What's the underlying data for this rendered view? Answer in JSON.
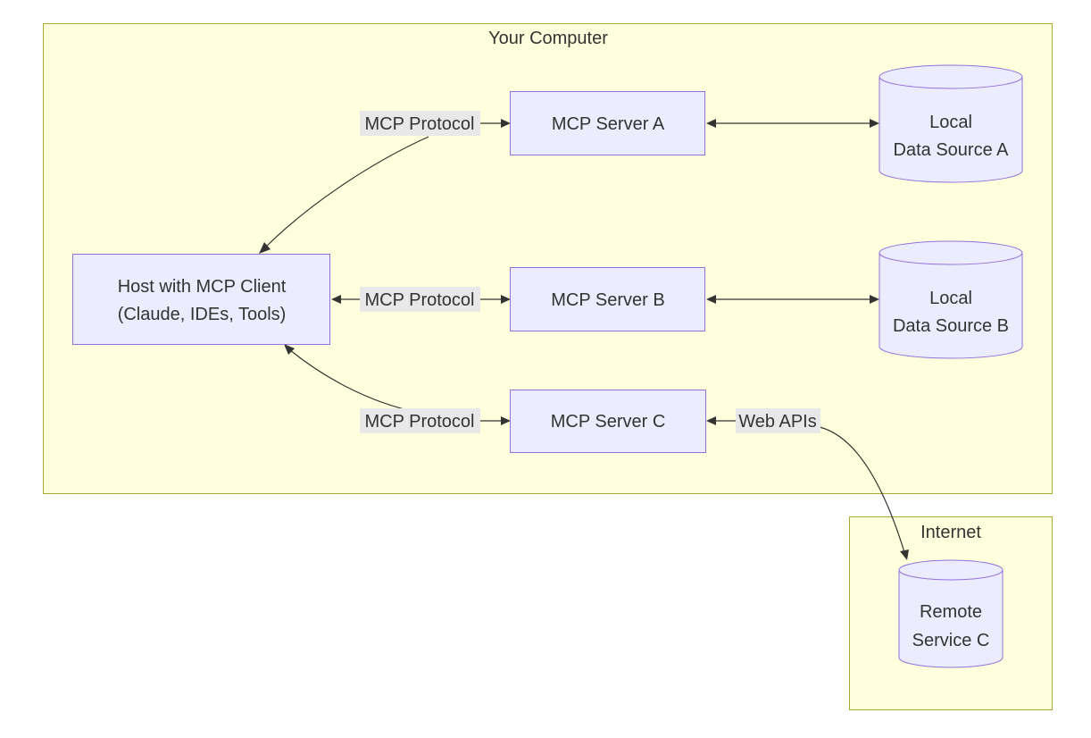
{
  "clusters": {
    "computer": {
      "title": "Your Computer"
    },
    "internet": {
      "title": "Internet"
    }
  },
  "nodes": {
    "host": {
      "line1": "Host with MCP Client",
      "line2": "(Claude, IDEs, Tools)"
    },
    "server_a": {
      "label": "MCP Server A"
    },
    "server_b": {
      "label": "MCP Server B"
    },
    "server_c": {
      "label": "MCP Server C"
    },
    "data_a": {
      "line1": "Local",
      "line2": "Data Source A"
    },
    "data_b": {
      "line1": "Local",
      "line2": "Data Source B"
    },
    "remote_c": {
      "line1": "Remote",
      "line2": "Service C"
    }
  },
  "edges": {
    "host_a": "MCP Protocol",
    "host_b": "MCP Protocol",
    "host_c": "MCP Protocol",
    "c_remote": "Web APIs"
  },
  "colors": {
    "cluster_fill": "#ffffde",
    "cluster_stroke": "#aaaa33",
    "node_fill": "#ececff",
    "node_stroke": "#9370db",
    "edge": "#333333",
    "edge_label_bg": "#e8e8e8"
  }
}
